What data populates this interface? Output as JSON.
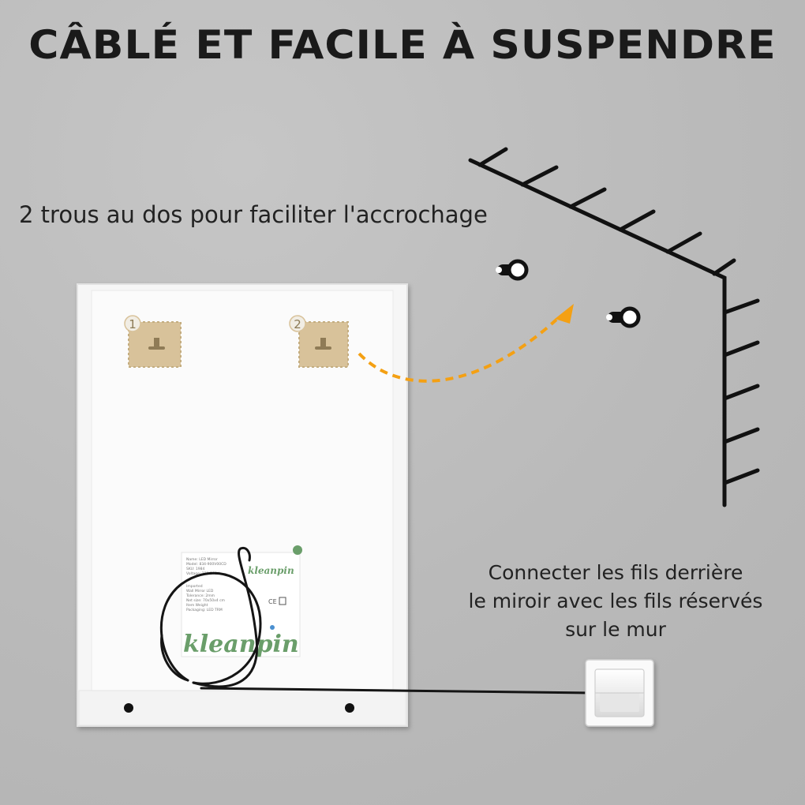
{
  "title": "CÂBLÉ ET FACILE À SUSPENDRE",
  "holes_caption": "2 trous au dos pour faciliter l'accrochage",
  "wires_caption": {
    "line1": "Connecter les fils derrière",
    "line2": "le miroir avec les fils réservés",
    "line3": "sur le mur"
  },
  "hole_labels": [
    "1",
    "2"
  ],
  "brand": "kleanpin",
  "label_sticker_text": [
    "Name: LED Mirror",
    "Model: 834-900V00CD",
    "SKU: 1984",
    "Voltage: 220-240V~",
    "Imported",
    "Wall Mirror LED",
    "Tolerance: 2mm",
    "Net size: 70x50x4 cm",
    "Item Weight",
    "Packaging: LED TRM"
  ],
  "colors": {
    "background": "#bdbdbd",
    "accent_arrow": "#f4a013",
    "hook_plate": "#d8c29a",
    "mirror_back": "#f7f7f7",
    "brand_green": "#6a9e6a"
  },
  "icons": [
    "wall-corner-hatch-icon",
    "wall-screw-icon",
    "hook-icon",
    "light-switch-icon",
    "cable-icon"
  ]
}
